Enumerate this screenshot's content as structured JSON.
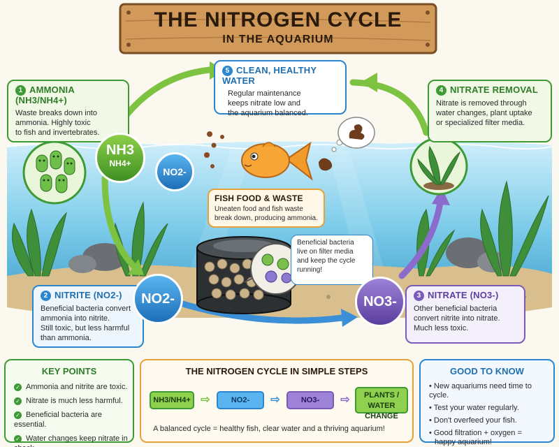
{
  "title": {
    "main": "THE NITROGEN CYCLE",
    "sub": "IN THE AQUARIUM"
  },
  "colors": {
    "green": "#3d9a35",
    "blue": "#2b86d0",
    "purple": "#7a5bb8",
    "wood": "#c48a4a",
    "orange": "#e5a23a"
  },
  "steps": [
    {
      "num": "1",
      "title": "AMMONIA (NH3/NH4+)",
      "text": [
        "Waste breaks down into",
        "ammonia. Highly toxic",
        "to fish and invertebrates."
      ]
    },
    {
      "num": "2",
      "title": "NITRITE (NO2-)",
      "text": [
        "Beneficial bacteria convert",
        "ammonia into nitrite.",
        "Still toxic, but less harmful",
        "than ammonia."
      ]
    },
    {
      "num": "3",
      "title": "NITRATE (NO3-)",
      "text": [
        "Other beneficial bacteria",
        "convert nitrite into nitrate.",
        "Much less toxic."
      ]
    },
    {
      "num": "4",
      "title": "NITRATE REMOVAL",
      "text": [
        "Nitrate is removed through",
        "water changes, plant uptake",
        "or specialized filter media."
      ]
    },
    {
      "num": "5",
      "title": "CLEAN, HEALTHY WATER",
      "text": [
        "Regular maintenance",
        "keeps nitrate low and",
        "the aquarium balanced."
      ]
    }
  ],
  "badges": {
    "nh3": "NH3",
    "nh4": "NH4+",
    "no2": "NO2-",
    "no3": "NO3-"
  },
  "fish_food": {
    "title": "FISH FOOD & WASTE",
    "text": [
      "Uneaten food and fish waste",
      "break down, producing ammonia."
    ]
  },
  "filter_note": [
    "Beneficial bacteria",
    "live on filter media",
    "and keep the cycle",
    "running!"
  ],
  "key_points": {
    "title": "KEY POINTS",
    "items": [
      "Ammonia and nitrite are toxic.",
      "Nitrate is much less harmful.",
      "Beneficial bacteria are essential.",
      "Water changes keep nitrate in check."
    ]
  },
  "simple_steps": {
    "title": "THE NITROGEN CYCLE IN SIMPLE STEPS",
    "boxes": [
      "NH3/NH4+",
      "NO2-",
      "NO3-",
      "PLANTS /",
      "WATER CHANGE"
    ],
    "footer": "A balanced cycle = healthy fish, clear water and a thriving aquarium!"
  },
  "good_to_know": {
    "title": "GOOD TO KNOW",
    "items": [
      "New aquariums need time to cycle.",
      "Test your water regularly.",
      "Don't overfeed your fish.",
      "Good filtration + oxygen =",
      "happy aquarium!"
    ]
  }
}
